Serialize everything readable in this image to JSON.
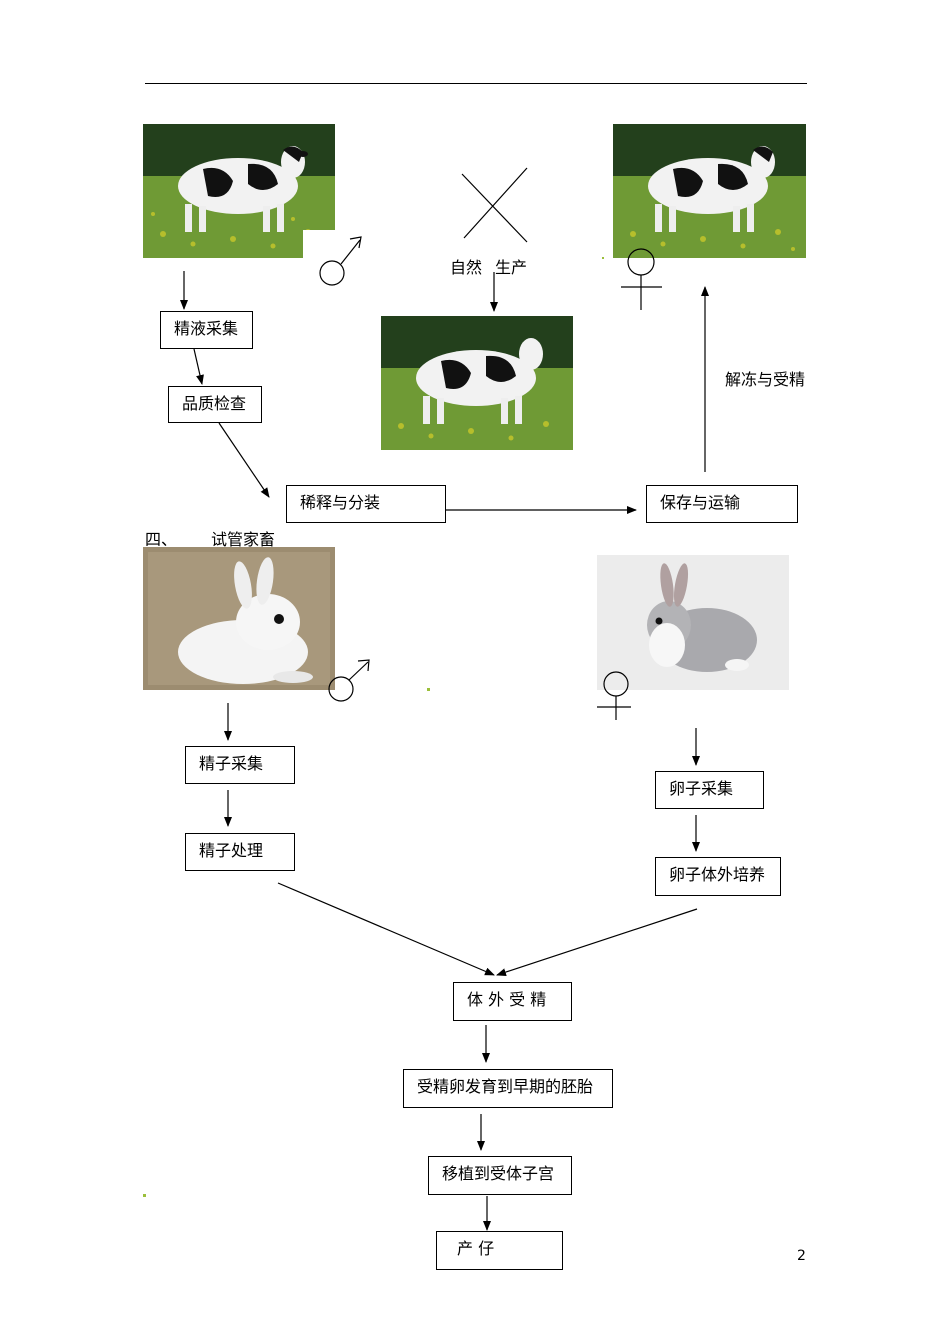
{
  "section1": {
    "natural_label_1": "自然",
    "natural_label_2": "生产",
    "thaw_label": "解冻与受精",
    "boxes": {
      "semen_collection": "精液采集",
      "quality_check": "品质检查",
      "dilute_pack": "稀释与分装",
      "store_transport": "保存与运输"
    }
  },
  "section2": {
    "heading_num": "四、",
    "heading_text": "试管家畜",
    "boxes": {
      "sperm_collection": "精子采集",
      "sperm_processing": "精子处理",
      "egg_collection": "卵子采集",
      "egg_culture": "卵子体外培养",
      "ivf": "体 外 受 精",
      "embryo": "受精卵发育到早期的胚胎",
      "transplant": "移植到受体子宫",
      "birth": "产   仔"
    }
  },
  "page_number": "2",
  "colors": {
    "grass": "#6f9a35",
    "sky": "#1f3a1a",
    "burlap": "#a8987c",
    "studio": "#ececec"
  },
  "icons": [
    "male-symbol-icon",
    "female-symbol-icon",
    "cross-x-icon",
    "cow-photo",
    "white-rabbit-photo",
    "gray-rabbit-photo"
  ]
}
